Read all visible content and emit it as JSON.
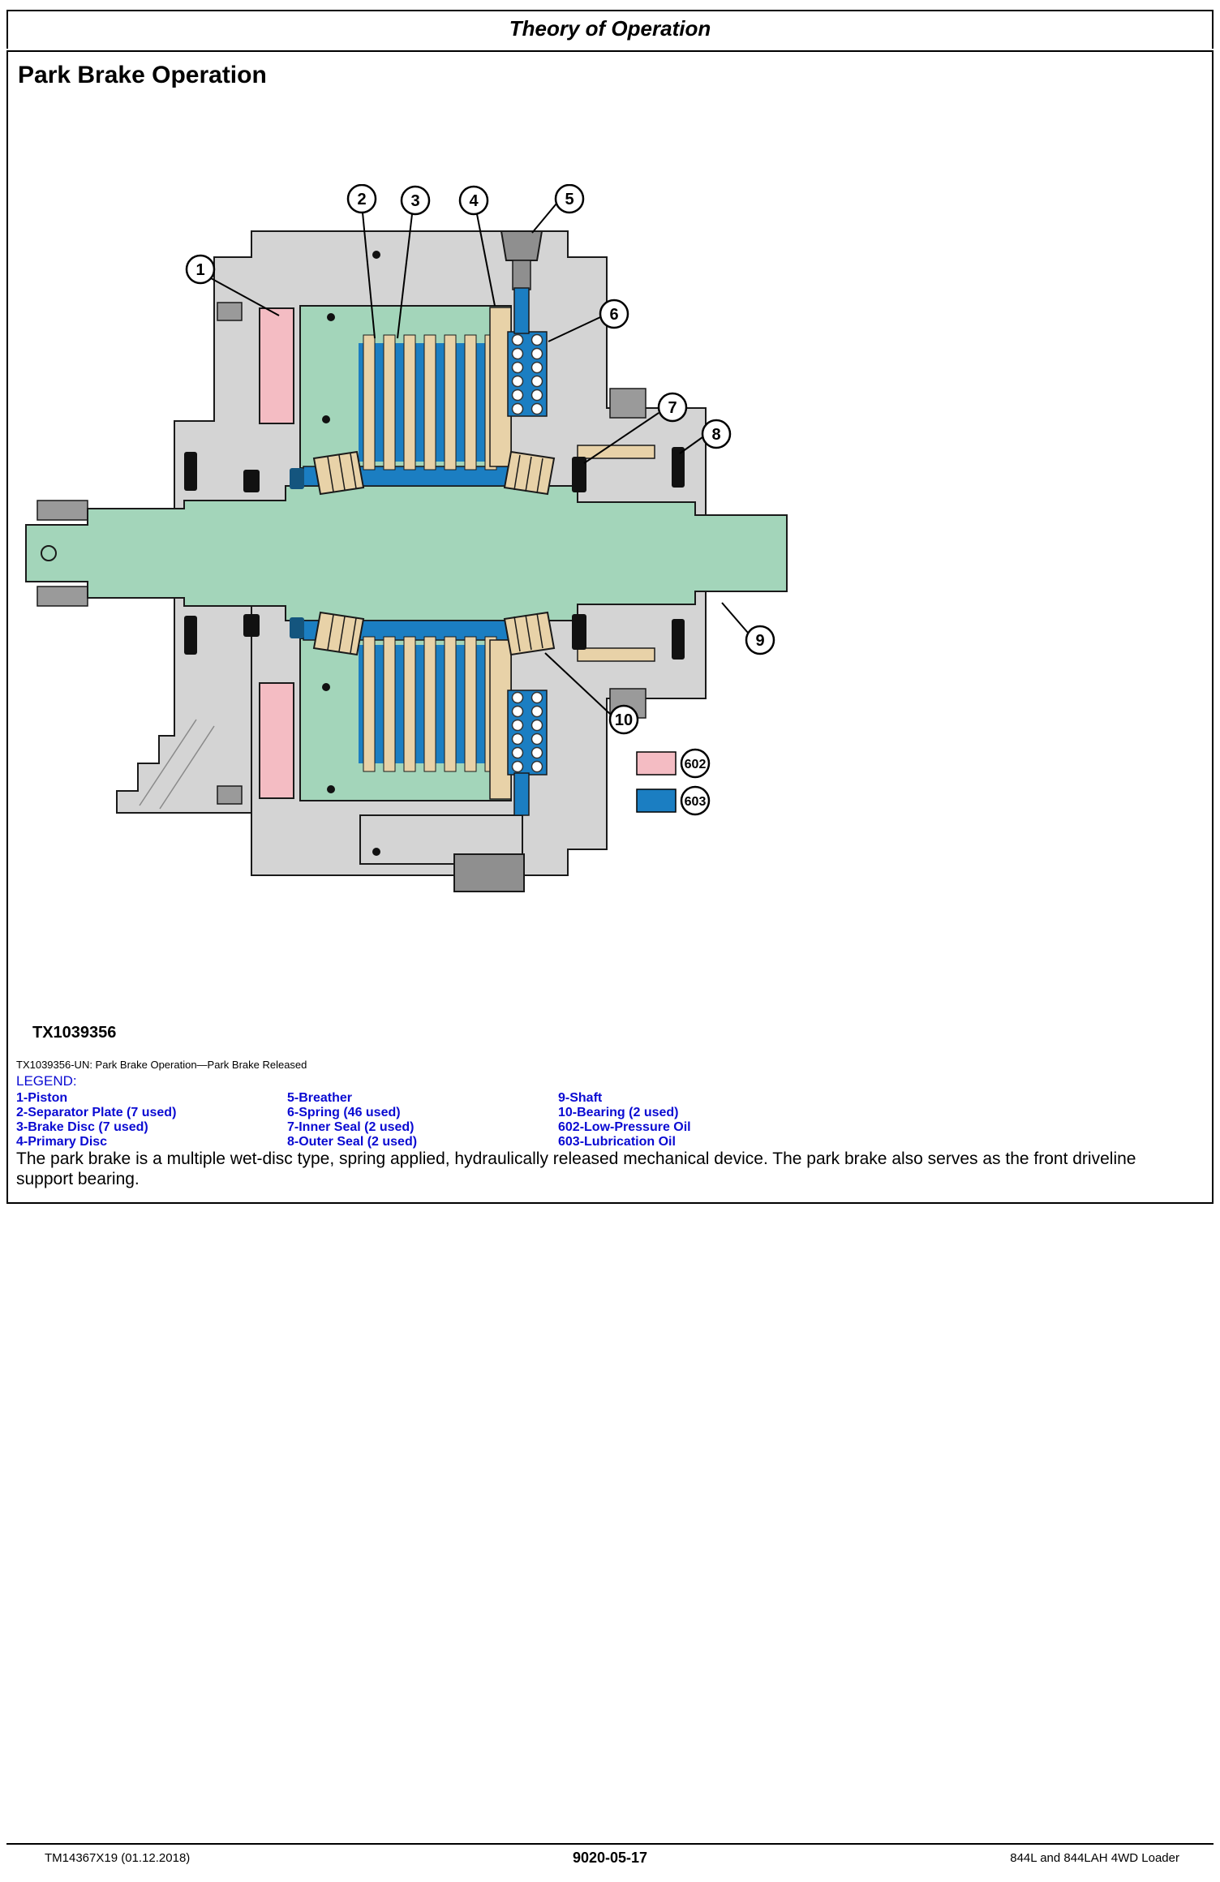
{
  "page": {
    "running_header": "Theory of Operation",
    "title": "Park Brake Operation"
  },
  "figure": {
    "id": "TX1039356",
    "caption": "TX1039356-UN: Park Brake Operation—Park Brake Released",
    "legend_label": "LEGEND:",
    "legend_columns": [
      [
        "1-Piston",
        "2-Separator Plate (7 used)",
        "3-Brake Disc (7 used)",
        "4-Primary Disc"
      ],
      [
        "5-Breather",
        "6-Spring (46 used)",
        "7-Inner Seal (2 used)",
        "8-Outer Seal (2 used)"
      ],
      [
        "9-Shaft",
        "10-Bearing (2 used)",
        "602-Low-Pressure Oil",
        "603-Lubrication Oil"
      ]
    ],
    "description": "The park brake is a multiple wet-disc type, spring applied, hydraulically released mechanical device. The park brake also serves as the front driveline support bearing."
  },
  "diagram": {
    "callouts": [
      "1",
      "2",
      "3",
      "4",
      "5",
      "6",
      "7",
      "8",
      "9",
      "10"
    ],
    "swatches": [
      {
        "label": "602",
        "color": "#f4bcc3"
      },
      {
        "label": "603",
        "color": "#1b7ec2"
      }
    ]
  },
  "colors": {
    "legend_text": "#0a0ad2",
    "shaft_green": "#a3d5ba",
    "oil_blue": "#1b7ec2",
    "low_pressure_pink": "#f4bcc3",
    "housing_gray": "#d4d4d4"
  },
  "footer": {
    "doc_number": "TM14367X19 (01.12.2018)",
    "page_number": "9020-05-17",
    "model": "844L and 844LAH 4WD Loader"
  }
}
